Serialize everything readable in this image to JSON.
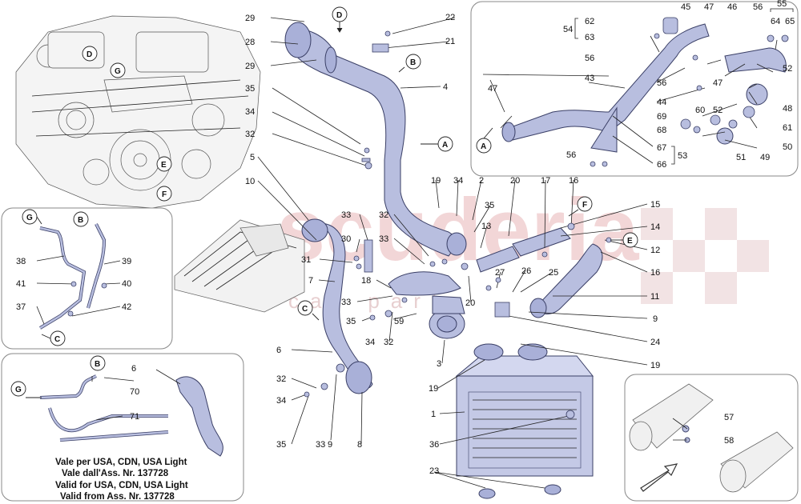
{
  "callouts": [
    {
      "id": "c29a",
      "text": "29"
    },
    {
      "id": "c28",
      "text": "28"
    },
    {
      "id": "c29b",
      "text": "29"
    },
    {
      "id": "c35a",
      "text": "35"
    },
    {
      "id": "c34a",
      "text": "34"
    },
    {
      "id": "c32a",
      "text": "32"
    },
    {
      "id": "c5",
      "text": "5"
    },
    {
      "id": "c10",
      "text": "10"
    },
    {
      "id": "c22",
      "text": "22"
    },
    {
      "id": "c21",
      "text": "21"
    },
    {
      "id": "c4",
      "text": "4"
    },
    {
      "id": "c19a",
      "text": "19"
    },
    {
      "id": "c34b",
      "text": "34"
    },
    {
      "id": "c2",
      "text": "2"
    },
    {
      "id": "c35b",
      "text": "35"
    },
    {
      "id": "c20a",
      "text": "20"
    },
    {
      "id": "c17",
      "text": "17"
    },
    {
      "id": "c16a",
      "text": "16"
    },
    {
      "id": "c15",
      "text": "15"
    },
    {
      "id": "c14",
      "text": "14"
    },
    {
      "id": "c12",
      "text": "12"
    },
    {
      "id": "c16b",
      "text": "16"
    },
    {
      "id": "c11",
      "text": "11"
    },
    {
      "id": "c9a",
      "text": "9"
    },
    {
      "id": "c24",
      "text": "24"
    },
    {
      "id": "c19b",
      "text": "19"
    },
    {
      "id": "c33a",
      "text": "33"
    },
    {
      "id": "c32b",
      "text": "32"
    },
    {
      "id": "c30",
      "text": "30"
    },
    {
      "id": "c33b",
      "text": "33"
    },
    {
      "id": "c31",
      "text": "31"
    },
    {
      "id": "c13",
      "text": "13"
    },
    {
      "id": "c7",
      "text": "7"
    },
    {
      "id": "c18",
      "text": "18"
    },
    {
      "id": "c27",
      "text": "27"
    },
    {
      "id": "c26",
      "text": "26"
    },
    {
      "id": "c25",
      "text": "25"
    },
    {
      "id": "c20b",
      "text": "20"
    },
    {
      "id": "c33c",
      "text": "33"
    },
    {
      "id": "c35c",
      "text": "35"
    },
    {
      "id": "c59",
      "text": "59"
    },
    {
      "id": "c34c",
      "text": "34"
    },
    {
      "id": "c32c",
      "text": "32"
    },
    {
      "id": "c6a",
      "text": "6"
    },
    {
      "id": "c3",
      "text": "3"
    },
    {
      "id": "c19c",
      "text": "19"
    },
    {
      "id": "c1",
      "text": "1"
    },
    {
      "id": "c32d",
      "text": "32"
    },
    {
      "id": "c34d",
      "text": "34"
    },
    {
      "id": "c35d",
      "text": "35"
    },
    {
      "id": "c33d",
      "text": "33"
    },
    {
      "id": "c9b",
      "text": "9"
    },
    {
      "id": "c8",
      "text": "8"
    },
    {
      "id": "c36",
      "text": "36"
    },
    {
      "id": "c23",
      "text": "23"
    },
    {
      "id": "c38",
      "text": "38"
    },
    {
      "id": "c39",
      "text": "39"
    },
    {
      "id": "c41",
      "text": "41"
    },
    {
      "id": "c40",
      "text": "40"
    },
    {
      "id": "c37",
      "text": "37"
    },
    {
      "id": "c42",
      "text": "42"
    },
    {
      "id": "c6b",
      "text": "6"
    },
    {
      "id": "c70",
      "text": "70"
    },
    {
      "id": "c71",
      "text": "71"
    },
    {
      "id": "c54",
      "text": "54"
    },
    {
      "id": "c62",
      "text": "62"
    },
    {
      "id": "c63",
      "text": "63"
    },
    {
      "id": "c56a",
      "text": "56"
    },
    {
      "id": "c47a",
      "text": "47"
    },
    {
      "id": "c43",
      "text": "43"
    },
    {
      "id": "c45",
      "text": "45"
    },
    {
      "id": "c47b",
      "text": "47"
    },
    {
      "id": "c46",
      "text": "46"
    },
    {
      "id": "c56b",
      "text": "56"
    },
    {
      "id": "c55",
      "text": "55"
    },
    {
      "id": "c64",
      "text": "64"
    },
    {
      "id": "c65",
      "text": "65"
    },
    {
      "id": "c56c",
      "text": "56"
    },
    {
      "id": "c47c",
      "text": "47"
    },
    {
      "id": "c52a",
      "text": "52"
    },
    {
      "id": "c44",
      "text": "44"
    },
    {
      "id": "c48",
      "text": "48"
    },
    {
      "id": "c60",
      "text": "60"
    },
    {
      "id": "c52b",
      "text": "52"
    },
    {
      "id": "c61",
      "text": "61"
    },
    {
      "id": "c69",
      "text": "69"
    },
    {
      "id": "c68",
      "text": "68"
    },
    {
      "id": "c50",
      "text": "50"
    },
    {
      "id": "c67",
      "text": "67"
    },
    {
      "id": "c53",
      "text": "53"
    },
    {
      "id": "c66",
      "text": "66"
    },
    {
      "id": "c51",
      "text": "51"
    },
    {
      "id": "c49",
      "text": "49"
    },
    {
      "id": "c56d",
      "text": "56"
    },
    {
      "id": "c57",
      "text": "57"
    },
    {
      "id": "c58",
      "text": "58"
    }
  ],
  "refs": [
    {
      "id": "rD1",
      "text": "D"
    },
    {
      "id": "rG1",
      "text": "G"
    },
    {
      "id": "rE1",
      "text": "E"
    },
    {
      "id": "rF1",
      "text": "F"
    },
    {
      "id": "rD2",
      "text": "D"
    },
    {
      "id": "rB1",
      "text": "B"
    },
    {
      "id": "rA1",
      "text": "A"
    },
    {
      "id": "rF2",
      "text": "F"
    },
    {
      "id": "rE2",
      "text": "E"
    },
    {
      "id": "rC1",
      "text": "C"
    },
    {
      "id": "rG2",
      "text": "G"
    },
    {
      "id": "rB2",
      "text": "B"
    },
    {
      "id": "rC2",
      "text": "C"
    },
    {
      "id": "rB3",
      "text": "B"
    },
    {
      "id": "rG3",
      "text": "G"
    },
    {
      "id": "rA2",
      "text": "A"
    }
  ],
  "notes": {
    "line1": "Vale per USA, CDN, USA Light",
    "line2": "Vale dall'Ass. Nr. 137728",
    "line3": "Valid for USA, CDN, USA Light",
    "line4": "Valid from Ass. Nr. 137728"
  },
  "watermark": {
    "brand": "scuderia",
    "sub": "car parts"
  },
  "colors": {
    "pipe": "#b8bedf",
    "pipe_outline": "#3a3f66",
    "watermark": "#e3a5a8"
  }
}
